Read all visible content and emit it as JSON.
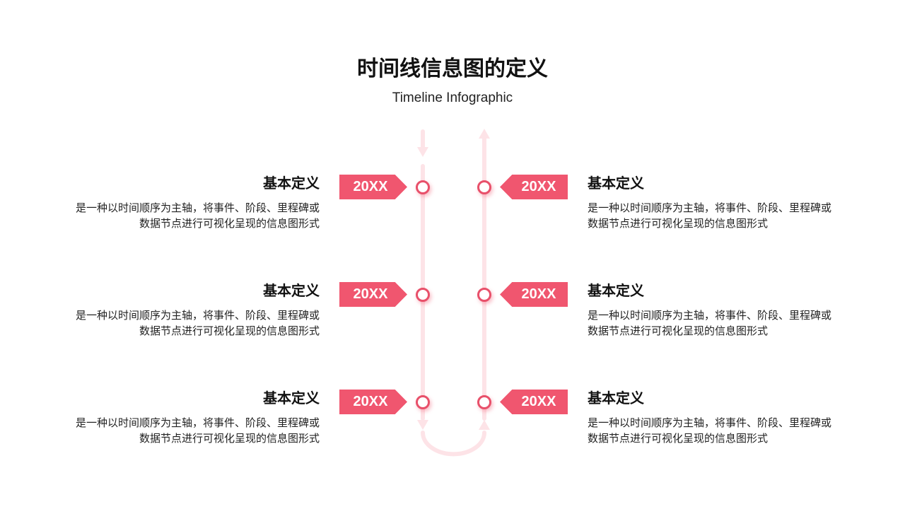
{
  "header": {
    "title": "时间线信息图的定义",
    "subtitle": "Timeline Infographic"
  },
  "colors": {
    "accent": "#f0566f",
    "line": "#fde3e7"
  },
  "items": [
    {
      "side": "left",
      "tag": "20XX",
      "title": "基本定义",
      "desc1": "是一种以时间顺序为主轴，将事件、阶段、里程碑或",
      "desc2": "数据节点进行可视化呈现的信息图形式"
    },
    {
      "side": "left",
      "tag": "20XX",
      "title": "基本定义",
      "desc1": "是一种以时间顺序为主轴，将事件、阶段、里程碑或",
      "desc2": "数据节点进行可视化呈现的信息图形式"
    },
    {
      "side": "left",
      "tag": "20XX",
      "title": "基本定义",
      "desc1": "是一种以时间顺序为主轴，将事件、阶段、里程碑或",
      "desc2": "数据节点进行可视化呈现的信息图形式"
    },
    {
      "side": "right",
      "tag": "20XX",
      "title": "基本定义",
      "desc1": "是一种以时间顺序为主轴，将事件、阶段、里程碑或",
      "desc2": "数据节点进行可视化呈现的信息图形式"
    },
    {
      "side": "right",
      "tag": "20XX",
      "title": "基本定义",
      "desc1": "是一种以时间顺序为主轴，将事件、阶段、里程碑或",
      "desc2": "数据节点进行可视化呈现的信息图形式"
    },
    {
      "side": "right",
      "tag": "20XX",
      "title": "基本定义",
      "desc1": "是一种以时间顺序为主轴，将事件、阶段、里程碑或",
      "desc2": "数据节点进行可视化呈现的信息图形式"
    }
  ]
}
